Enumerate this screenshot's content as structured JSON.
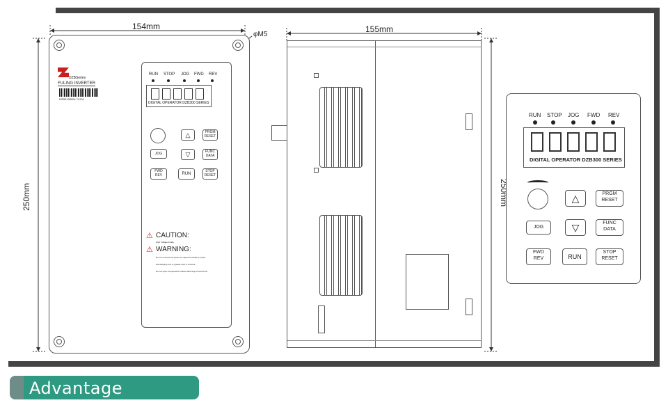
{
  "dimensions": {
    "front_width": "154mm",
    "side_width": "155mm",
    "height_front": "250mm",
    "height_side": "250mm",
    "hole_label": "φM5"
  },
  "device": {
    "brand_series": "DZBSeries",
    "product_name": "FULING INVERTER",
    "barcode_text": "DZB3128004 7L204",
    "caution_title": "CAUTION:",
    "caution_sub": "High Voltage Inside",
    "warning_title": "WARNING:",
    "warning_lines": [
      "Do not connect AC power to output terminals (U,V,W).",
      "Discharging time is greater than 5 minutes.",
      "Do not open components unless LED lamp is turned off."
    ]
  },
  "operator": {
    "leds": [
      "RUN",
      "STOP",
      "JOG",
      "FWD",
      "REV"
    ],
    "series_label": "DIGITAL OPERATOR DZB300 SERIES",
    "buttons": {
      "prgm": [
        "PRGM",
        "RESET"
      ],
      "jog": "JOG",
      "func": [
        "FUNC",
        "DATA"
      ],
      "fwd": [
        "FWD",
        "REV"
      ],
      "run": "RUN",
      "stop": [
        "STOP",
        "RESET"
      ]
    }
  },
  "footer": {
    "advantage_label": "Advantage",
    "accent_color": "#2e9a82"
  }
}
